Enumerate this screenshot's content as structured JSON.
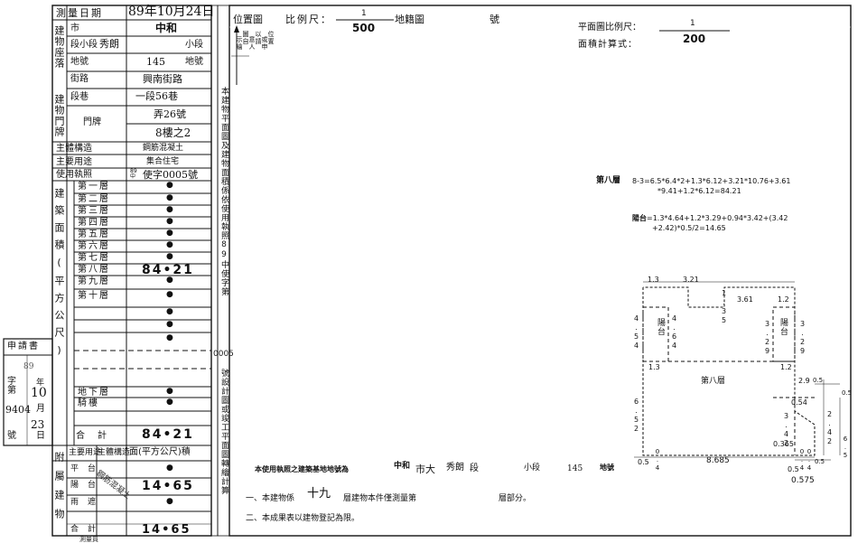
{
  "survey_date": {
    "label": "測量日期",
    "value": "89年10月24日"
  },
  "location": {
    "city_label": "市",
    "city_value": "中和",
    "section_label": "段小段",
    "section_value": "秀朗",
    "subsection_value": "小段",
    "lot_label": "地號",
    "lot_value": "145",
    "lot_suffix": "地號",
    "group_label": "建物座落",
    "street_label": "街路",
    "street_value": "興南街路",
    "lane_label": "段巷",
    "lane_value": "一段56巷",
    "door_group_label": "建物門牌",
    "door_label": "門牌",
    "door_alley_value": "弄26號",
    "door_floor_value": "8樓之2"
  },
  "main_structure": {
    "label": "主體構造",
    "value": "鋼筋混凝土"
  },
  "main_use": {
    "label": "主要用途",
    "value": "集合住宅"
  },
  "use_permit": {
    "label": "使用執照",
    "prefix": "89中",
    "value": "使字0005號"
  },
  "area_group_label": "建築面積(平方公尺)",
  "floors": [
    {
      "label": "第一層",
      "value": "●"
    },
    {
      "label": "第二層",
      "value": "●"
    },
    {
      "label": "第三層",
      "value": "●"
    },
    {
      "label": "第四層",
      "value": "●"
    },
    {
      "label": "第五層",
      "value": "●"
    },
    {
      "label": "第六層",
      "value": "●"
    },
    {
      "label": "第七層",
      "value": "●"
    },
    {
      "label": "第八層",
      "value": "84•21"
    },
    {
      "label": "第九層",
      "value": "●"
    },
    {
      "label": "第十層",
      "value": "●"
    },
    {
      "label": "",
      "value": "●"
    },
    {
      "label": "",
      "value": "●"
    },
    {
      "label": "",
      "value": "●"
    },
    {
      "label": "地下層",
      "value": "●"
    },
    {
      "label": "騎樓",
      "value": "●"
    }
  ],
  "total": {
    "label": "合計",
    "value": "84•21"
  },
  "applicant": {
    "header": "申請書",
    "char_label": "字第",
    "year_label": "年",
    "year_value": "89",
    "month_label": "月",
    "month_value": "10",
    "day_label": "日",
    "day_value": "23",
    "number_label": "號",
    "number_value": "9404"
  },
  "annex": {
    "group_label": "附屬建物",
    "col_use": "主要用途",
    "col_structure": "主體構造",
    "col_area": "面(平方公尺)積",
    "rows": [
      {
        "use": "平台",
        "value": "●"
      },
      {
        "use": "陽台",
        "value": "14•65"
      },
      {
        "use": "雨遮",
        "value": "●"
      }
    ],
    "structure_value": "鋼筋混凝土",
    "total_label": "合計",
    "total_value": "14•65"
  },
  "middle": {
    "caption": "本建物平面圖及建物面積係依使用執照89中使字第",
    "permit_number": "0005",
    "caption2": "號設計圖或竣工平面圖轉繪計算"
  },
  "position_map": {
    "label": "位置圖",
    "scale_label": "比例尺：",
    "scale_num": "1",
    "scale_den": "500",
    "cadastral_label": "地籍圖",
    "number_suffix": "號",
    "notes": [
      "位置",
      "或申",
      "以請",
      "意人",
      "圖自",
      "示繪"
    ]
  },
  "floor_plan": {
    "scale_label": "平面圖比例尺：",
    "scale_num": "1",
    "scale_den": "200",
    "calc_label": "面積計算式：",
    "formula_title": "第八層",
    "formula_line1": "8-3=6.5*6.4*2+1.3*6.12+3.21*10.76+3.61",
    "formula_line2": "*9.41+1.2*6.12=84.21",
    "balcony_title": "陽台",
    "balcony_line1": "=1.3*4.64+1.2*3.29+0.94*3.42+(3.42",
    "balcony_line2": "+2.42)*0.5/2=14.65",
    "room_label": "第八層",
    "balcony_left": "陽台",
    "balcony_right": "陽台",
    "dims": {
      "top_a": "1.3",
      "top_b": "3.21",
      "top_c": "1.35",
      "top_d": "3.61",
      "top_e": "1.2",
      "left_outer": "4.54",
      "left_inner": "4.64",
      "right_inner": "3.29",
      "right_outer": "3.29",
      "mid_left": "1.3",
      "mid_right": "1.2",
      "left_long": "6.52",
      "r_a": "2.9",
      "r_b": "0.5",
      "r_c": "0.54",
      "r_d": "3.42",
      "r_e": "2.42",
      "r_f": "6.5",
      "r_g": "0.365",
      "r_h": "0.4",
      "r_i": "0.4",
      "r_j": "0.5",
      "r_k": "0.5",
      "bottom_left": "0.5",
      "bottom_mid": "8.685",
      "bottom_small": "0.4",
      "bottom_right": "0.5",
      "bottom_total": "0.575"
    }
  },
  "footer": {
    "base_prefix": "本使用執照之建築基地地號為",
    "base_city": "中和",
    "base_city_suffix": "市大",
    "base_section": "秀朗",
    "base_section_suffix": "段",
    "base_subsection": "小段",
    "base_lot": "145",
    "base_lot_suffix": "地號",
    "note1_prefix": "一、本建物係",
    "note1_floors": "十九",
    "note1_mid": "層建物本件僅測量第",
    "note1_suffix": "層部分。",
    "note2": "二、本成果表以建物登記為限。",
    "bottom_cut": "測量員"
  }
}
